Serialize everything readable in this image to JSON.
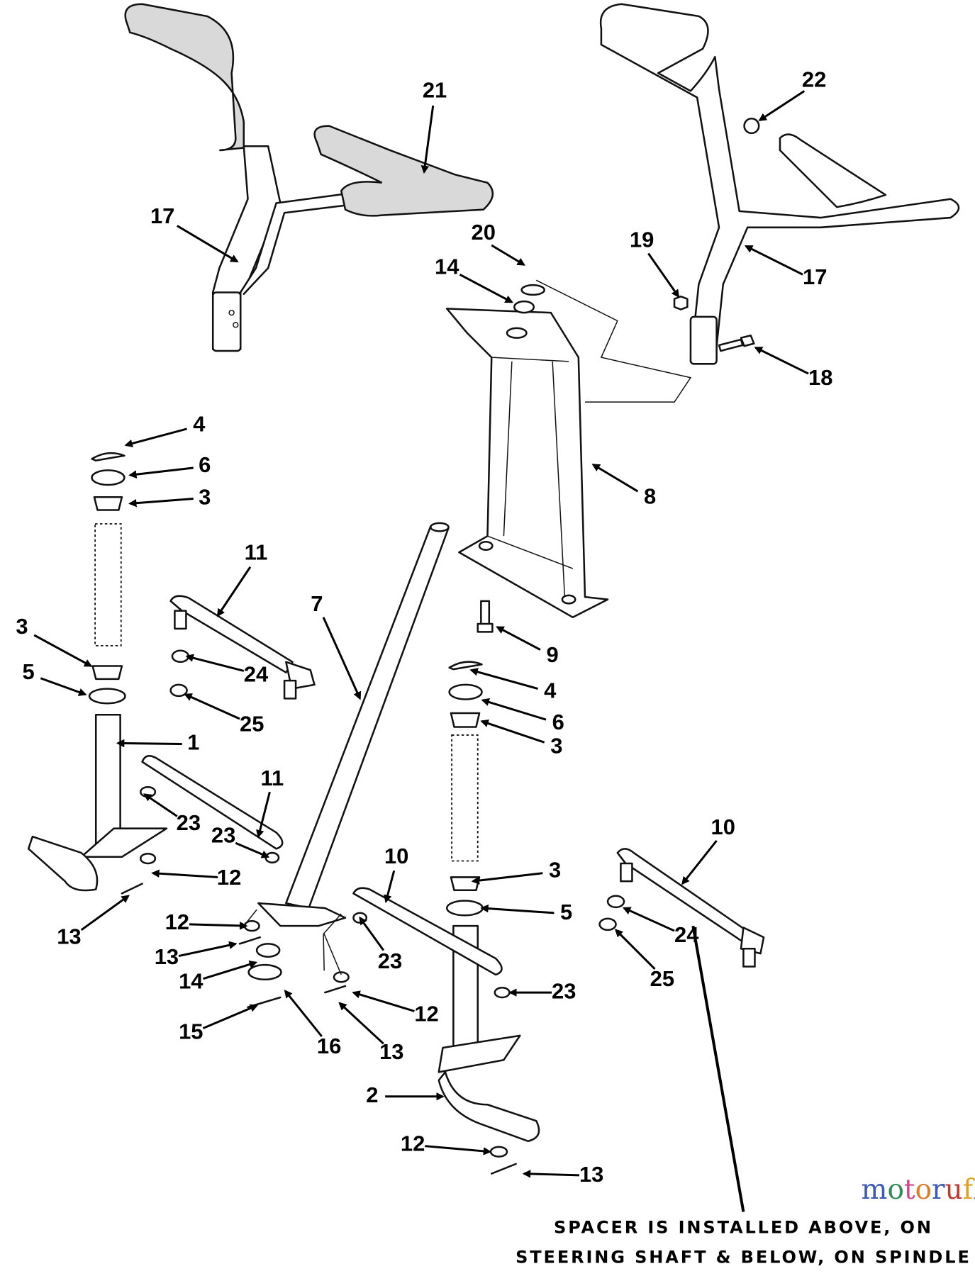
{
  "callouts": [
    "17",
    "21",
    "22",
    "20",
    "14",
    "19",
    "17",
    "18",
    "4",
    "6",
    "3",
    "8",
    "11",
    "7",
    "3",
    "5",
    "24",
    "25",
    "9",
    "4",
    "6",
    "3",
    "1",
    "11",
    "23",
    "23",
    "12",
    "13",
    "10",
    "3",
    "10",
    "5",
    "12",
    "23",
    "24",
    "13",
    "14",
    "25",
    "12",
    "23",
    "15",
    "16",
    "13",
    "2",
    "12",
    "13"
  ],
  "note": {
    "line1": "SPACER IS INSTALLED ABOVE, ON",
    "line2": "STEERING SHAFT & BELOW, ON SPINDLE"
  },
  "watermark": {
    "text": "motoruf",
    "suffix": ".de",
    "colors": [
      "#3b5bb5",
      "#2e8b57",
      "#d04a8a",
      "#e07b2a",
      "#3b5bb5",
      "#c0392b",
      "#e0a020"
    ]
  }
}
